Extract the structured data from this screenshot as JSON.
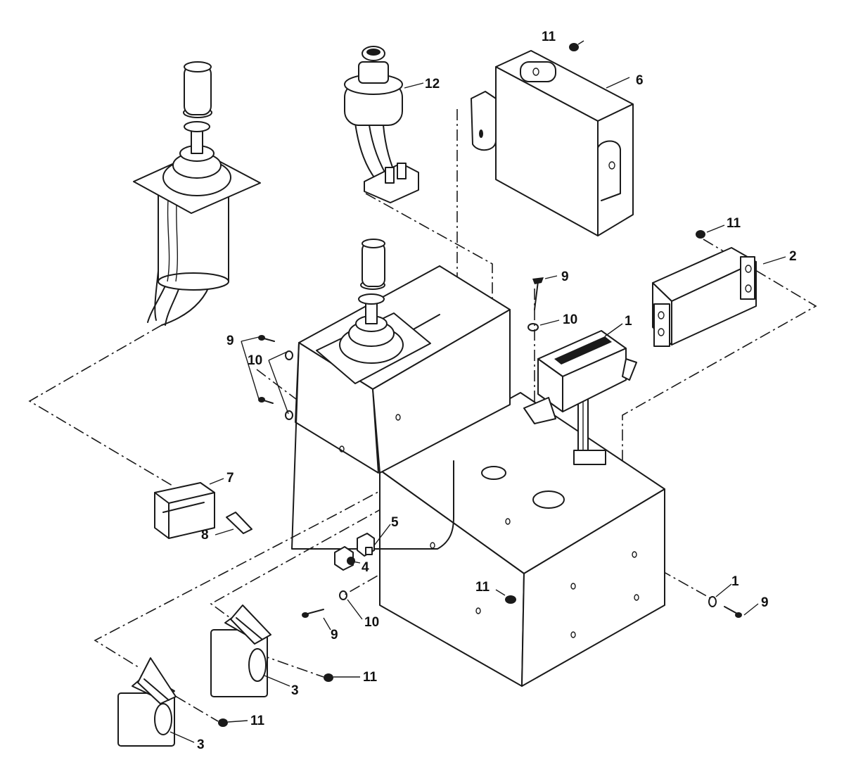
{
  "callouts": {
    "c1a": "1",
    "c1b": "1",
    "c2": "2",
    "c3a": "3",
    "c3b": "3",
    "c4": "4",
    "c5": "5",
    "c6": "6",
    "c7": "7",
    "c8": "8",
    "c9a": "9",
    "c9b": "9",
    "c9c": "9",
    "c9d": "9",
    "c10a": "10",
    "c10b": "10",
    "c10c": "10",
    "c11a": "11",
    "c11b": "11",
    "c11c": "11",
    "c11d": "11",
    "c11e": "11",
    "c12": "12"
  },
  "colors": {
    "ink": "#1a1a1a",
    "paper": "#ffffff"
  }
}
